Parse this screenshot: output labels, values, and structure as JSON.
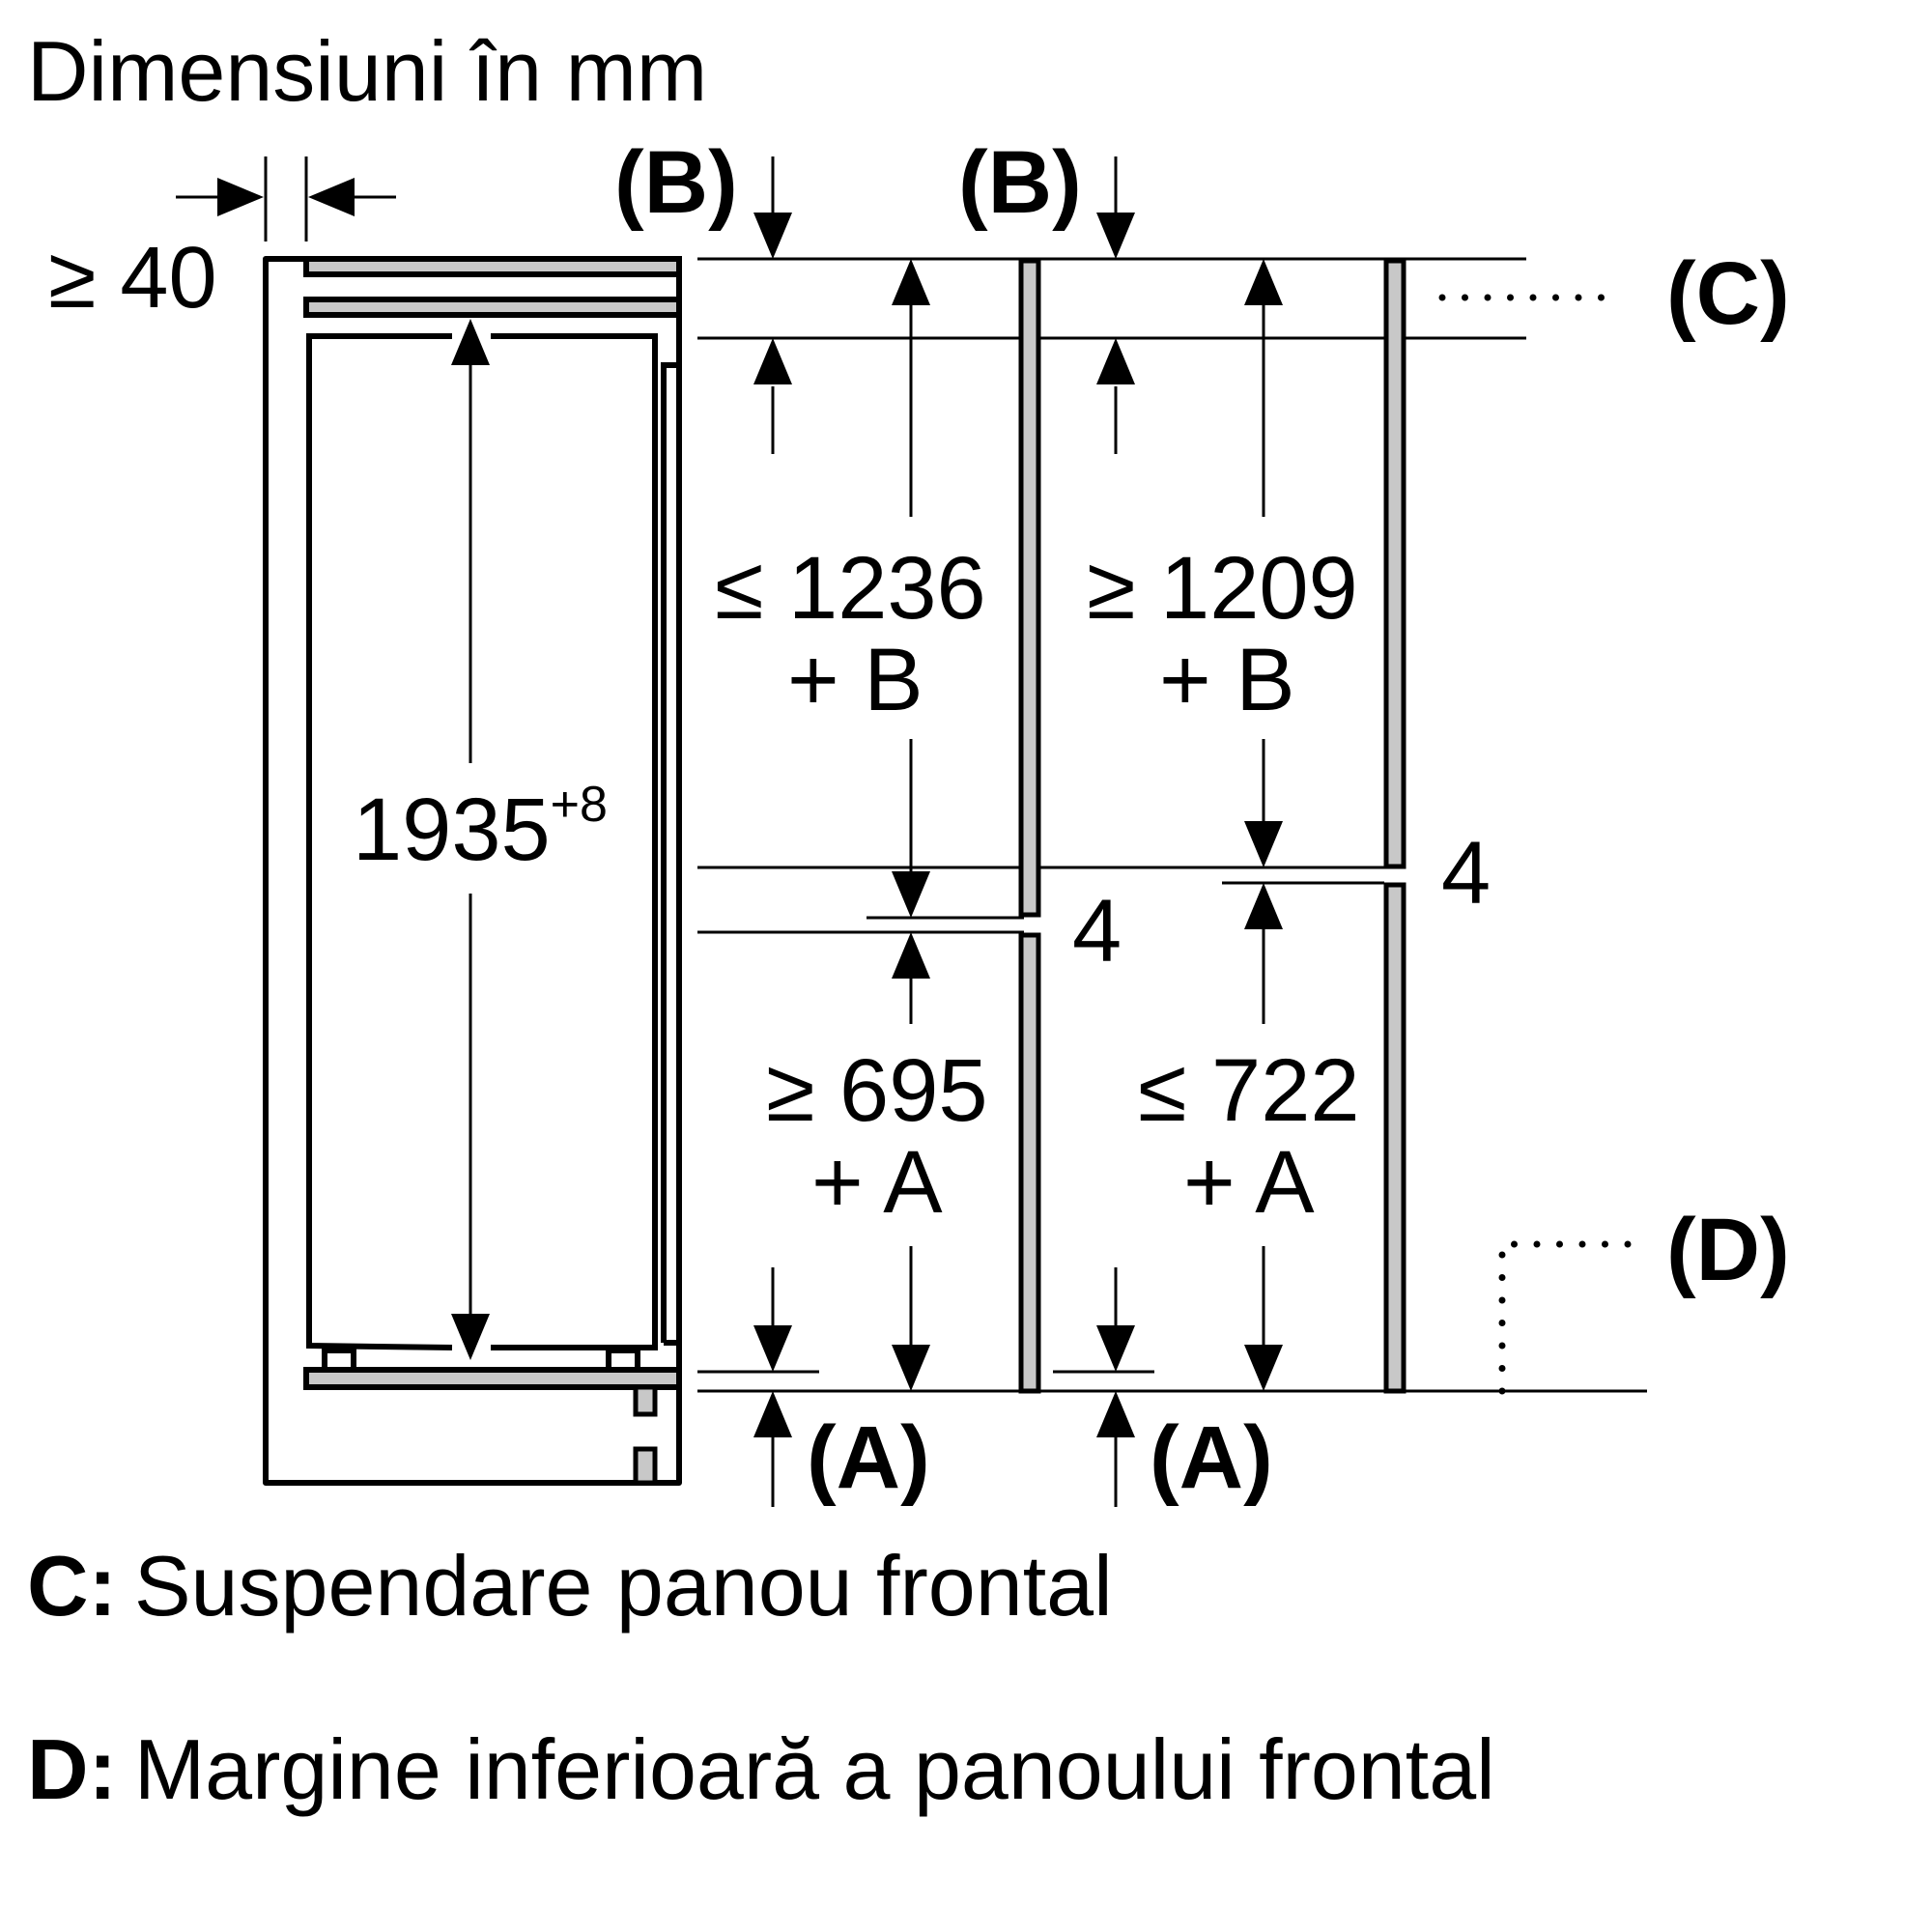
{
  "title": "Dimensiuni în mm",
  "dimensions": {
    "side_clearance": "≥ 40",
    "niche_height_main": "1935",
    "niche_height_tolerance": "+8",
    "upper_left": {
      "line1": "≤ 1236",
      "line2": "+ B"
    },
    "upper_right": {
      "line1": "≥ 1209",
      "line2": "+ B"
    },
    "lower_left": {
      "line1": "≥ 695",
      "line2": "+ A"
    },
    "lower_right": {
      "line1": "≤ 722",
      "line2": "+ A"
    },
    "gap_left": "4",
    "gap_right": "4"
  },
  "markers": {
    "b_left": "(B)",
    "b_right": "(B)",
    "a_left": "(A)",
    "a_right": "(A)",
    "c": "(C)",
    "d": "(D)"
  },
  "legend": [
    {
      "key": "C:",
      "text": "Suspendare panou frontal"
    },
    {
      "key": "D:",
      "text": "Margine inferioară a panoului frontal"
    }
  ],
  "colors": {
    "line": "#000000",
    "panel_fill": "#c8c8c8",
    "background": "#ffffff"
  }
}
